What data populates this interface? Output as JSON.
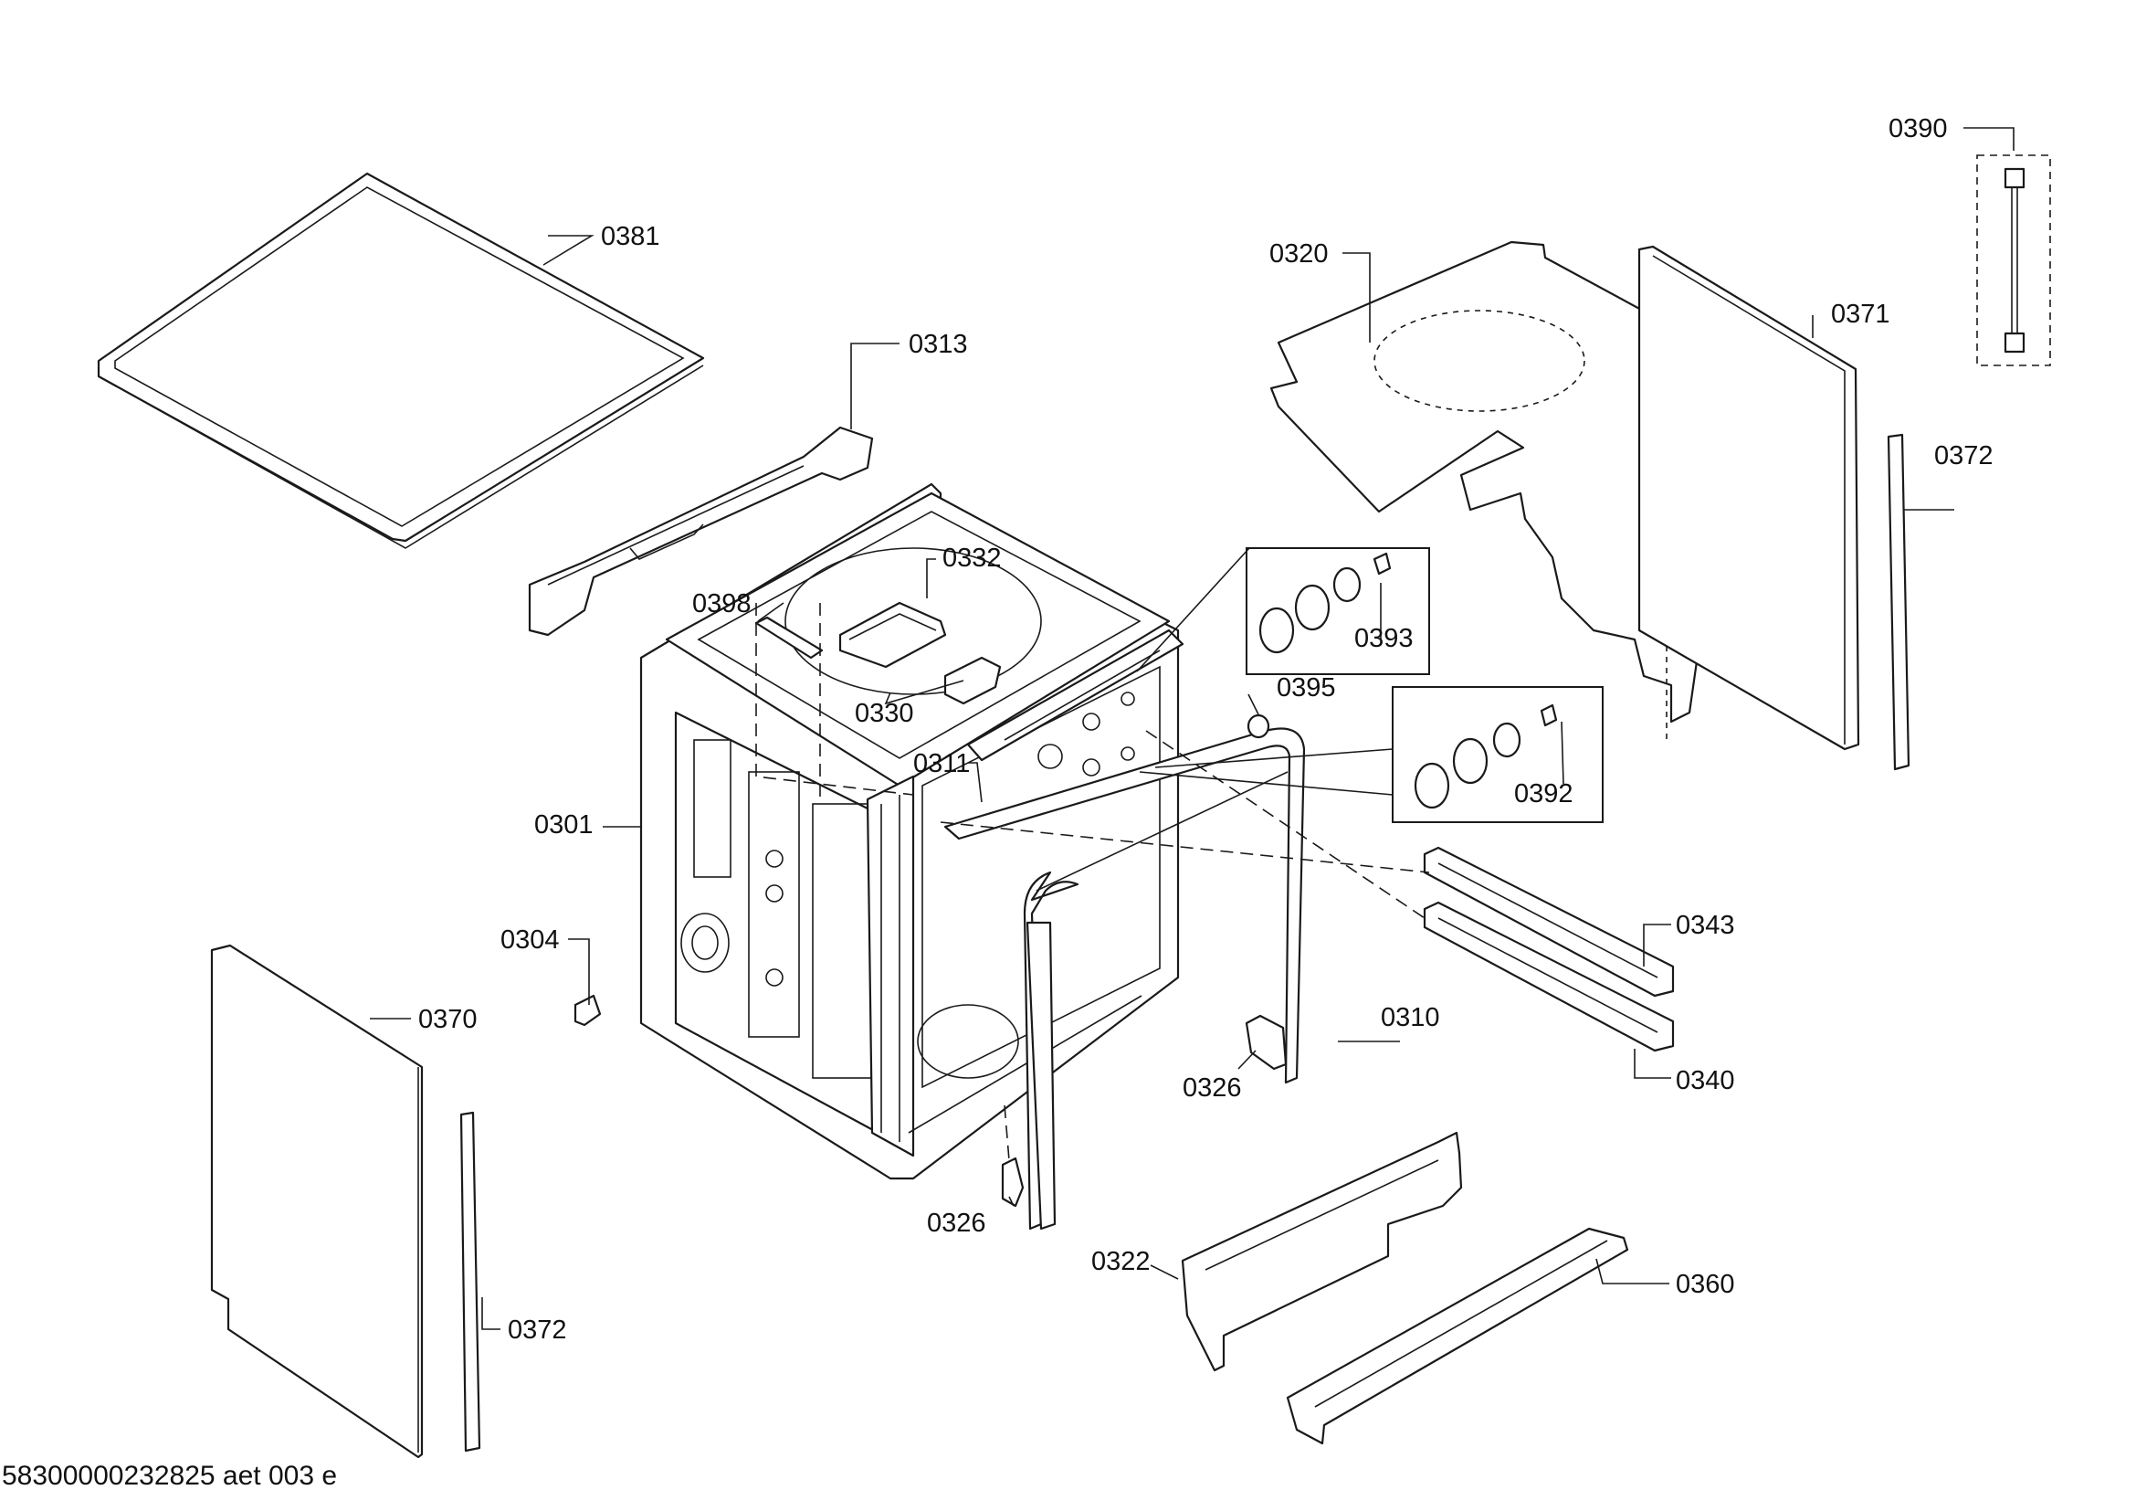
{
  "labels": {
    "p0381": "0381",
    "p0313": "0313",
    "p0332": "0332",
    "p0398": "0398",
    "p0330": "0330",
    "p0311": "0311",
    "p0301": "0301",
    "p0304": "0304",
    "p0370": "0370",
    "p0372_left": "0372",
    "p0326_mid": "0326",
    "p0326_bottom": "0326",
    "p0320": "0320",
    "p0371": "0371",
    "p0390": "0390",
    "p0372_right": "0372",
    "p0393": "0393",
    "p0395": "0395",
    "p0392": "0392",
    "p0343": "0343",
    "p0340": "0340",
    "p0310": "0310",
    "p0322": "0322",
    "p0360": "0360"
  },
  "footer": {
    "document_code": "58300000232825 aet 003 e"
  }
}
